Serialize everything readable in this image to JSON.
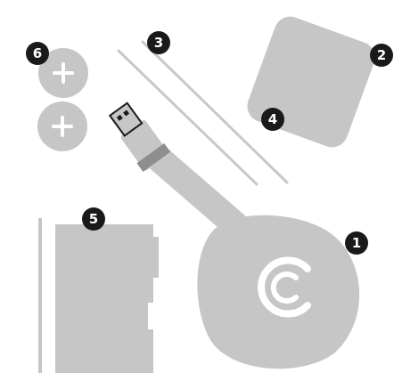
{
  "callouts": [
    {
      "id": "1",
      "label": "1"
    },
    {
      "id": "2",
      "label": "2"
    },
    {
      "id": "3",
      "label": "3"
    },
    {
      "id": "4",
      "label": "4"
    },
    {
      "id": "5",
      "label": "5"
    },
    {
      "id": "6",
      "label": "6"
    }
  ],
  "colors": {
    "part_fill": "#c6c6c6",
    "part_dark": "#8e8e8e",
    "callout_fill": "#1a1a1a",
    "callout_text": "#ffffff",
    "background": "#ffffff"
  },
  "icons": {
    "logo": "puck-logo-icon",
    "plus": "plus-icon"
  }
}
